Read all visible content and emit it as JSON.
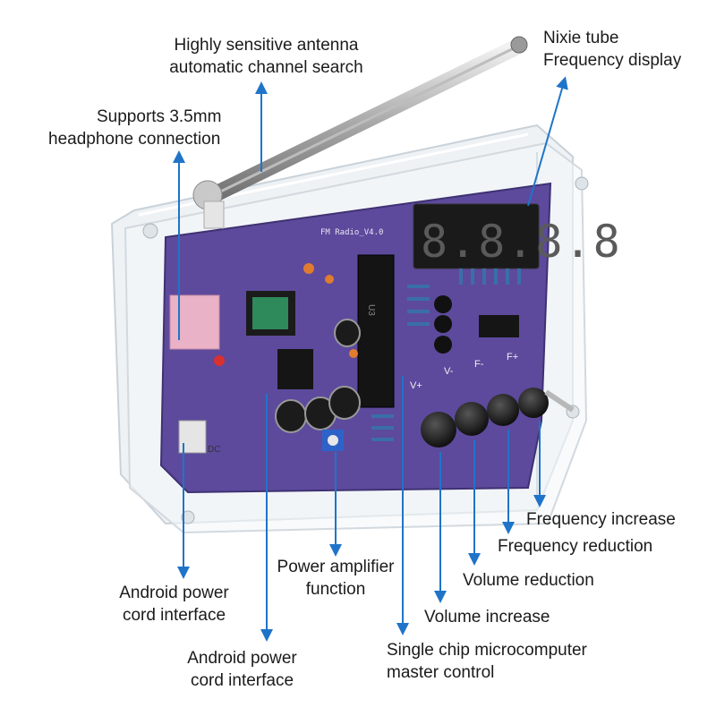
{
  "labels": {
    "antenna": {
      "line1": "Highly sensitive antenna",
      "line2": "automatic channel search"
    },
    "headphone": {
      "line1": "Supports 3.5mm",
      "line2": "headphone connection"
    },
    "nixie": {
      "line1": "Nixie tube",
      "line2": "Frequency display"
    },
    "freq_increase": "Frequency increase",
    "freq_reduction": "Frequency reduction",
    "vol_reduction": "Volume reduction",
    "vol_increase": "Volume increase",
    "mcu": {
      "line1": "Single chip microcomputer",
      "line2": "master control"
    },
    "amp": {
      "line1": "Power amplifier",
      "line2": "function"
    },
    "power_left": {
      "line1": "Android power",
      "line2": "cord interface"
    },
    "power_mid": {
      "line1": "Android power",
      "line2": "cord interface"
    }
  },
  "board": {
    "model": "FM Radio_V4.0",
    "display_digits": "8.8.8.8",
    "buttons": [
      "V+",
      "V-",
      "F-",
      "F+"
    ],
    "dc_label": "DC",
    "ic_label": "U3"
  },
  "colors": {
    "arrow": "#1f74c9",
    "pcb": "#5d4a9c",
    "acrylic": "#e9eef2"
  }
}
